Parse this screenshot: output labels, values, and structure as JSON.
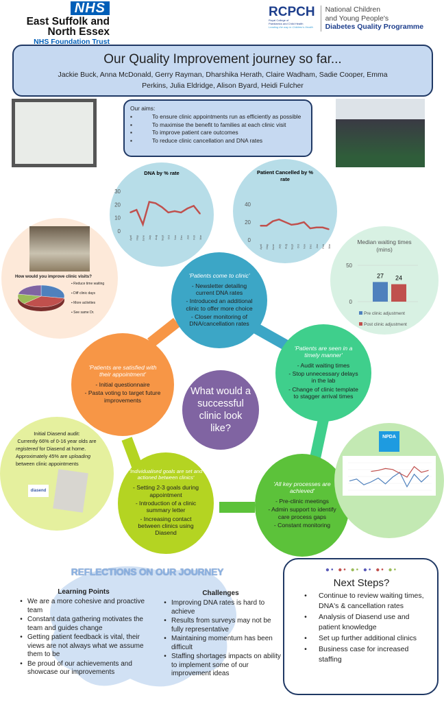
{
  "header": {
    "nhs_logo": {
      "badge": "NHS",
      "line1": "East Suffolk and",
      "line2": "North Essex",
      "line3": "NHS Foundation Trust"
    },
    "rcpch_logo": {
      "mark": "RCPCH",
      "sub1": "Royal College of",
      "sub2": "Paediatrics and Child Health",
      "tagline": "Leading the way in Children's Health",
      "line1": "National Children",
      "line2": "and Young People's",
      "line3": "Diabetes Quality Programme"
    }
  },
  "title": {
    "main": "Our Quality Improvement journey so far...",
    "authors": "Jackie Buck, Anna McDonald, Gerry Rayman, Dharshika Herath, Claire Wadham, Sadie Cooper, Emma Perkins, Julia Eldridge, Alison Byard, Heidi Fulcher"
  },
  "aims": {
    "heading": "Our aims:",
    "bullet": "▪",
    "items": [
      "To ensure clinic appointments run as efficiently as possible",
      "To maximise the benefit to families at each clinic visit",
      "To improve patient care outcomes",
      "To reduce clinic cancellation and DNA rates"
    ]
  },
  "colors": {
    "navy": "#1f3864",
    "light_blue": "#c6d9f1",
    "chart_circle": "#b7dde8",
    "line_red": "#c0504d",
    "bar_blue": "#4f81bd",
    "bar_red": "#c0504d",
    "blue_circle": "#3ca6c6",
    "timely_green": "#3fcf8c",
    "orange": "#f79646",
    "purple": "#8064a2",
    "lime": "#b4d422",
    "bright_green": "#5cc23a"
  },
  "survey": {
    "question": "How would you improve clinic visits?",
    "legend": [
      "Reduce time waiting",
      "Diff clinic days",
      "More activities",
      "See same Dr."
    ]
  },
  "goals": {
    "come": {
      "heading": "'Patients come to clinic'",
      "items": [
        "- Newsletter detailing current DNA rates",
        "- Introduced an additional clinic to offer more choice",
        "- Closer monitoring of DNA/cancellation rates"
      ]
    },
    "timely": {
      "heading": "'Patients are seen in a timely manner'",
      "items": [
        "- Audit waiting times",
        "- Stop unnecessary delays in the lab",
        "- Change of clinic template to stagger arrival times"
      ]
    },
    "satisfied": {
      "heading": "'Patients are satisfied with their appointment'",
      "items": [
        "- Initial questionnaire",
        "- Pasta voting to target future improvements"
      ]
    },
    "center": "What would a successful clinic look like?",
    "individual": {
      "heading": "'Individualised goals are set and actioned between clinics'",
      "items": [
        "- Setting 2-3 goals during appointment",
        "- Introduction of a clinic summary letter",
        "- Increasing contact between clinics using Diasend"
      ]
    },
    "processes": {
      "heading": "'All key processes are achieved'",
      "items": [
        "- Pre-clinic meetings",
        "- Admin support to identify care process gaps",
        "- Constant monitoring"
      ]
    }
  },
  "diasend": {
    "line1": "Initial Diasend audit:",
    "line2": "Currently 66% of 0-16 year olds are",
    "line3a": "registered",
    "line3b": " for Diasend at home.",
    "line4a": "Approximately  45% are ",
    "line4b": "uploading",
    "line5": "between clinic appointments",
    "logo": "diasend"
  },
  "npda": {
    "logo": "NPDA"
  },
  "reflections": {
    "title": "REFLECTIONS ON OUR JOURNEY",
    "learning": {
      "heading": "Learning Points",
      "items": [
        "We are a more cohesive and proactive team",
        "Constant data gathering motivates the team and guides change",
        "Getting patient feedback is vital, their views are not always what we assume them to be",
        "Be proud of our achievements and showcase our improvements"
      ]
    },
    "challenges": {
      "heading": "Challenges",
      "items": [
        "Improving DNA rates is hard to achieve",
        "Results from surveys may not be fully representative",
        "Maintaining momentum has been difficult",
        "Staffing shortages impacts on ability to implement some of our improvement ideas"
      ]
    }
  },
  "next_steps": {
    "heading": "Next Steps?",
    "items": [
      "Continue to review waiting times, DNA's & cancellation rates",
      "Analysis of Diasend use and patient knowledge",
      "Set up further additional clinics",
      "Business case for increased staffing"
    ]
  },
  "bullet": "•",
  "chart_data": [
    {
      "id": "dna",
      "type": "line",
      "title": "DNA by % rate",
      "categories": [
        "April",
        "May",
        "June",
        "July",
        "Aug",
        "Sept",
        "Oct",
        "Nov",
        "Dec",
        "Jan",
        "Feb",
        "Mar"
      ],
      "values": [
        14,
        16,
        5,
        22,
        21,
        18,
        14,
        15,
        14,
        17,
        19,
        13
      ],
      "ylim": [
        0,
        30
      ],
      "yticks": [
        "0",
        "10",
        "20",
        "30"
      ],
      "grid": false
    },
    {
      "id": "cancel",
      "type": "line",
      "title": "Patient Cancelled by % rate",
      "categories": [
        "April",
        "May",
        "June",
        "July",
        "Aug",
        "Sept",
        "Oct",
        "Nov",
        "Dec",
        "Jan",
        "Feb",
        "Mar"
      ],
      "values": [
        16,
        16,
        21,
        23,
        20,
        17,
        18,
        20,
        13,
        14,
        14,
        12
      ],
      "ylim": [
        0,
        40
      ],
      "yticks": [
        "0",
        "20",
        "40"
      ],
      "grid": false
    },
    {
      "id": "median",
      "type": "bar",
      "title": "Median waiting times (mins)",
      "categories": [
        "Pre clinic adjustment",
        "Post clinic adjustment"
      ],
      "values": [
        27,
        24
      ],
      "ylim": [
        0,
        50
      ],
      "yticks": [
        "0",
        "50"
      ],
      "legend": "bottom"
    },
    {
      "id": "survey_pie",
      "type": "pie",
      "categories": [
        "Reduce time waiting",
        "Diff clinic days",
        "More activities",
        "See same Dr."
      ],
      "values": [
        28,
        35,
        15,
        22
      ],
      "colors": [
        "#4f81bd",
        "#c0504d",
        "#9bbb59",
        "#8064a2"
      ]
    },
    {
      "id": "npda_chart",
      "type": "line",
      "series": [
        {
          "values": [
            6.6,
            6.8,
            6.2,
            6.5,
            6.9,
            6.3,
            7.0,
            7.5,
            6.0,
            7.3,
            6.5,
            7.2
          ]
        },
        {
          "values": [
            null,
            null,
            null,
            7.6,
            7.7,
            7.9,
            7.8,
            7.4,
            7.0,
            8.1,
            7.5,
            7.7
          ]
        }
      ],
      "colors": [
        "#4f81bd",
        "#c0504d"
      ]
    }
  ]
}
